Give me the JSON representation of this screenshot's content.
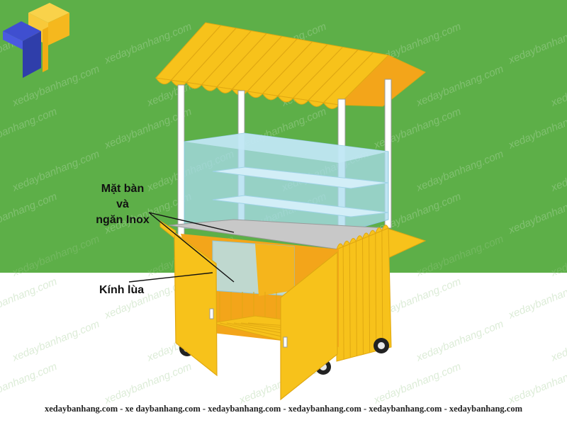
{
  "colors": {
    "background_top": "#5daf48",
    "background_bottom": "#ffffff",
    "cart_yellow": "#f7c21b",
    "cart_orange": "#f3a51a",
    "glass": "#a9dcef",
    "steel": "#c8c8c8",
    "logo_blue": "#2f3eaa",
    "logo_yellow": "#f5b81e"
  },
  "watermark": {
    "text": "xedaybanhang.com"
  },
  "labels": {
    "countertop_line1": "Mặt bàn",
    "countertop_line2": "và",
    "countertop_line3": "ngăn Inox",
    "sliding_glass": "Kính lùa"
  },
  "footer": {
    "text": "xedaybanhang.com - xe daybanhang.com - xedaybanhang.com - xedaybanhang.com  - xedaybanhang.com - xedaybanhang.com"
  },
  "logo": {
    "icon": "t-cube-logo"
  }
}
